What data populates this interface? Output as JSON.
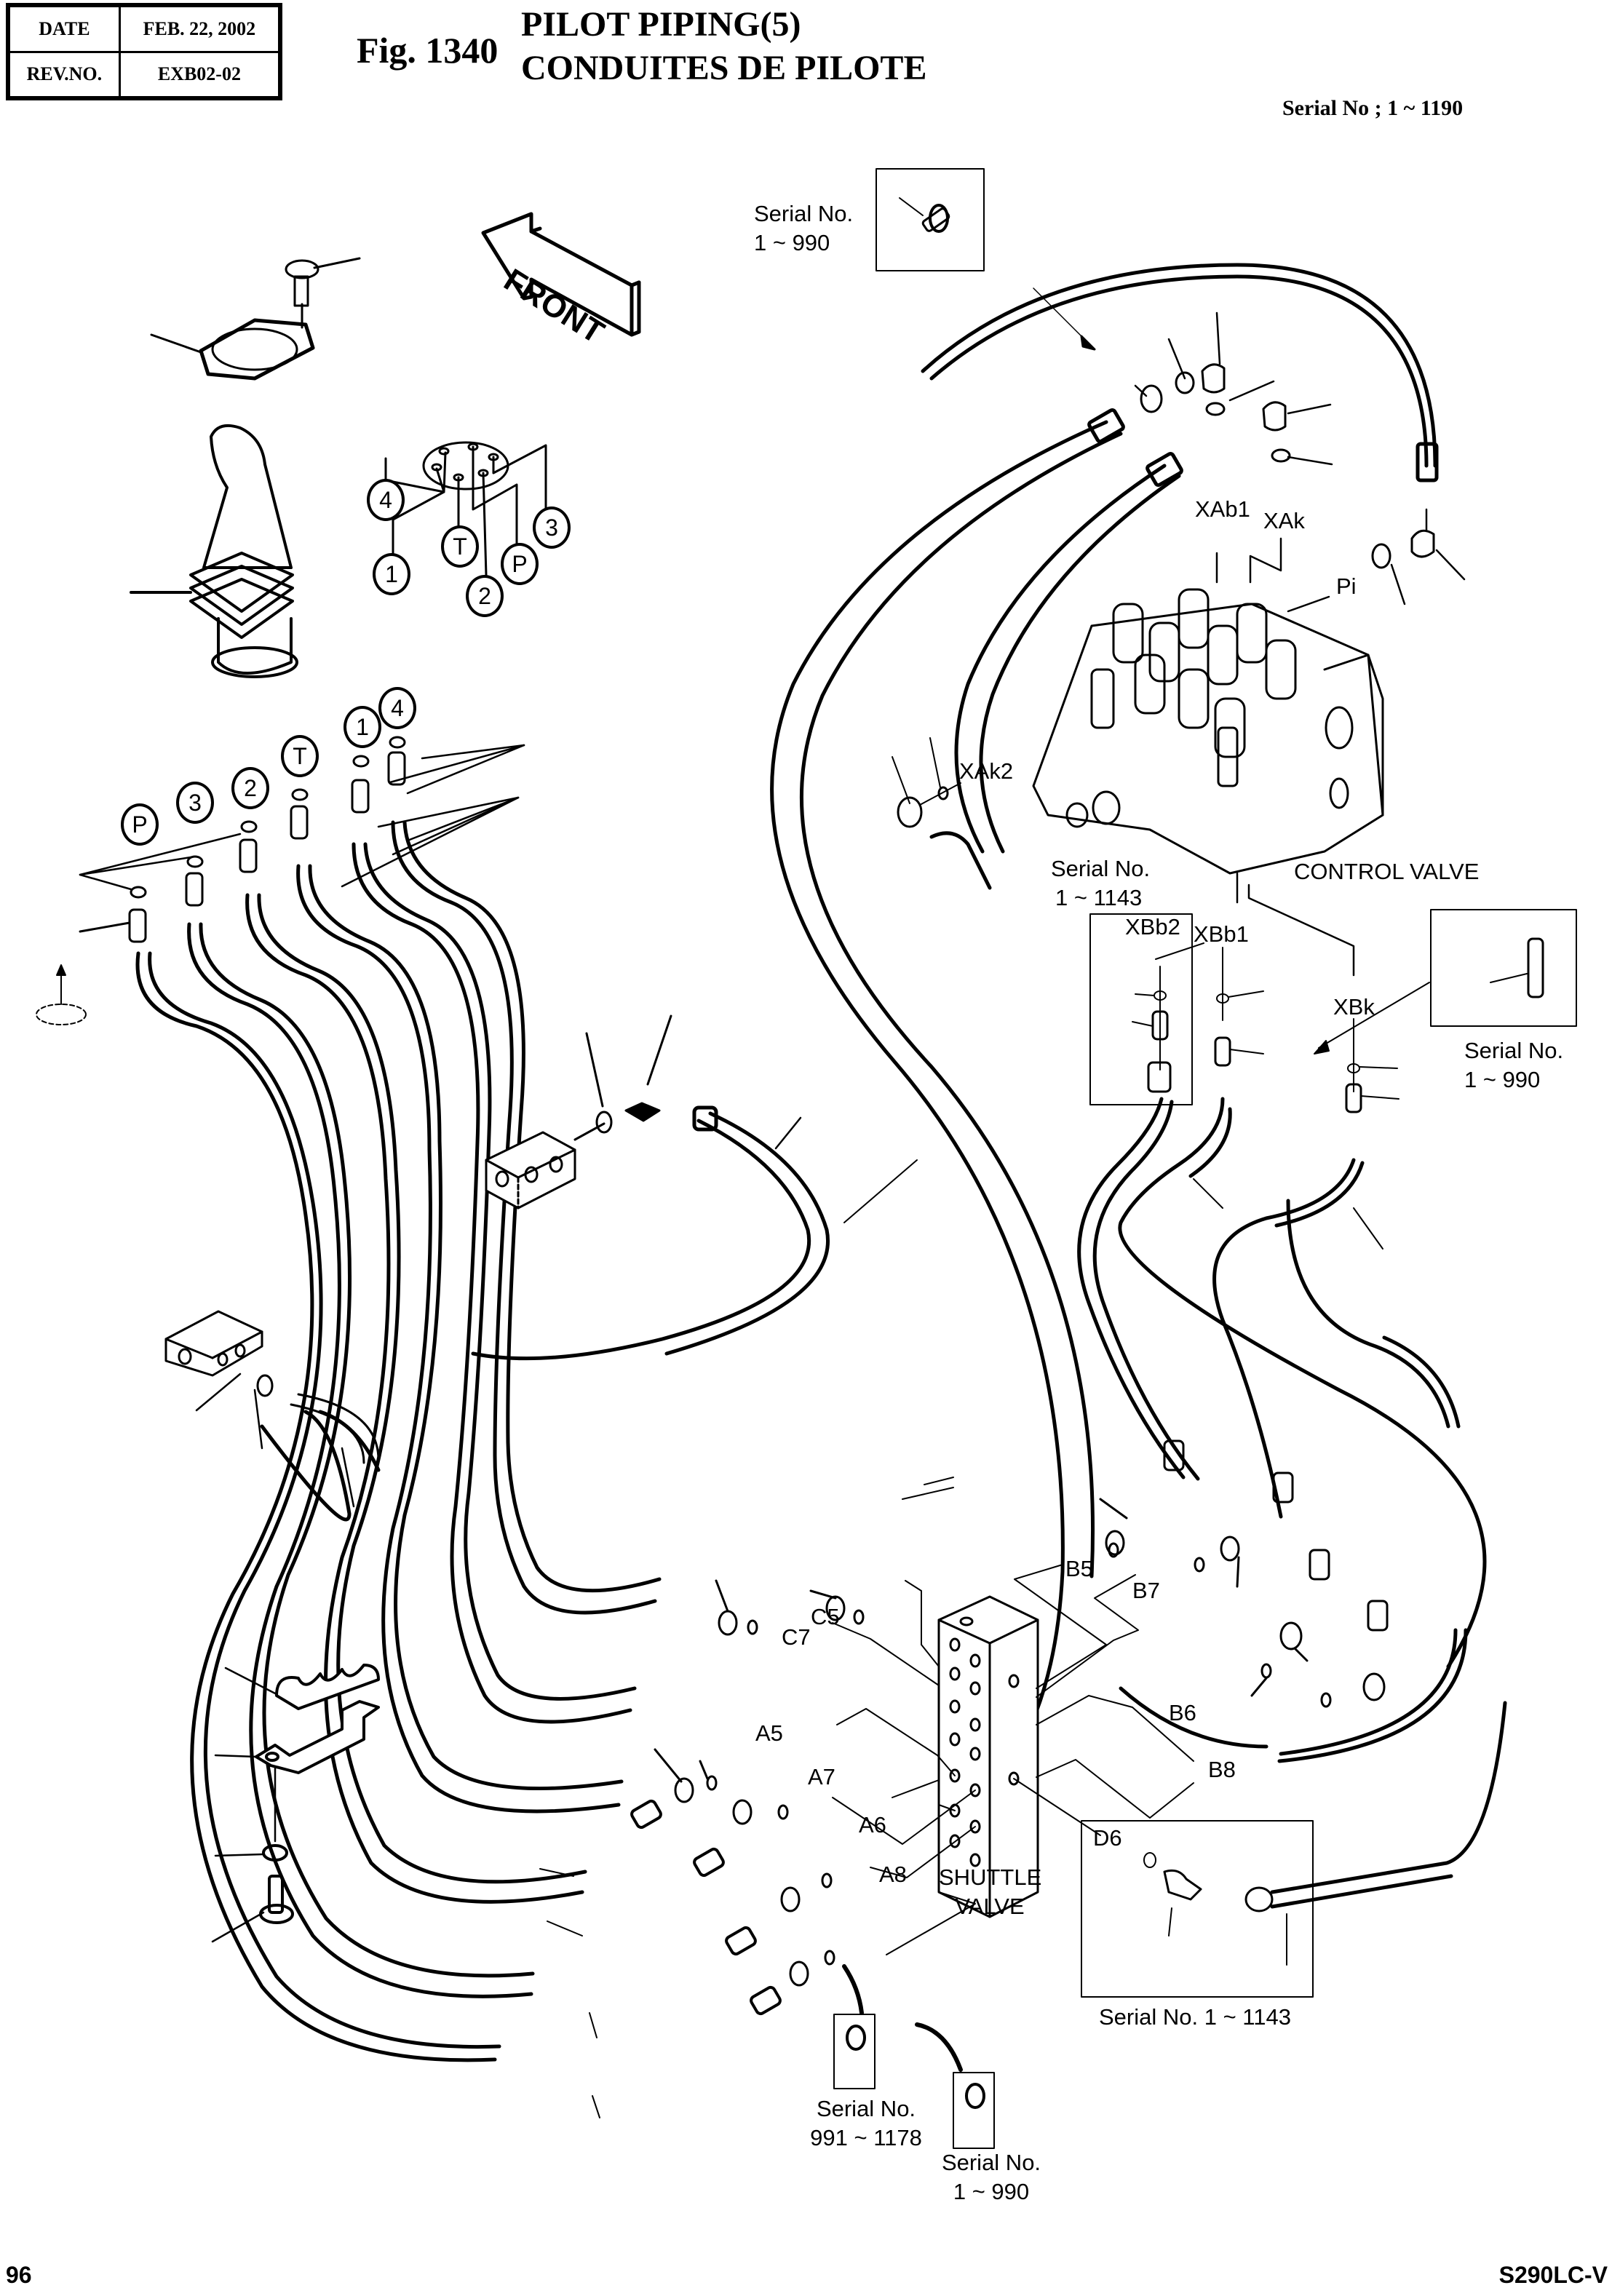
{
  "header": {
    "date_label": "DATE",
    "date_value": "FEB. 22, 2002",
    "rev_label": "REV.NO.",
    "rev_value": "EXB02-02",
    "figure_number": "Fig. 1340",
    "title_en": "PILOT PIPING(5)",
    "title_fr": "CONDUITES DE PILOTE",
    "serial_range": "Serial No ; 1 ~ 1190"
  },
  "footer": {
    "page_number": "96",
    "model": "S290LC-V"
  },
  "orientation": {
    "front_arrow_label": "FRONT"
  },
  "joystick_ports": {
    "top_diagram": [
      "4",
      "1",
      "T",
      "2",
      "P",
      "3"
    ],
    "fittings_row": [
      "P",
      "3",
      "2",
      "T",
      "1",
      "4"
    ]
  },
  "control_valve": {
    "label": "CONTROL VALVE",
    "ports": {
      "xab1": "XAb1",
      "xak": "XAk",
      "pi": "Pi",
      "xak2": "XAk2",
      "xbb2": "XBb2",
      "xbb1": "XBb1",
      "xbk": "XBk"
    }
  },
  "shuttle_valve": {
    "label_line1": "SHUTTLE",
    "label_line2": "VALVE",
    "ports": {
      "b5": "B5",
      "b7": "B7",
      "b6": "B6",
      "b8": "B8",
      "c5": "C5",
      "c7": "C7",
      "a5": "A5",
      "a7": "A7",
      "a6": "A6",
      "a8": "A8",
      "d6": "D6"
    }
  },
  "serial_notes": {
    "top_inset_line1": "Serial No.",
    "top_inset_line2": "1 ~ 990",
    "cv_note_line1": "Serial No.",
    "cv_note_line2": "1 ~ 1143",
    "right_inset_line1": "Serial No.",
    "right_inset_line2": "1 ~ 990",
    "d6_inset": "Serial No. 1 ~ 1143",
    "bottom_left_line1": "Serial No.",
    "bottom_left_line2": "991 ~ 1178",
    "bottom_right_line1": "Serial No.",
    "bottom_right_line2": "1 ~ 990"
  }
}
